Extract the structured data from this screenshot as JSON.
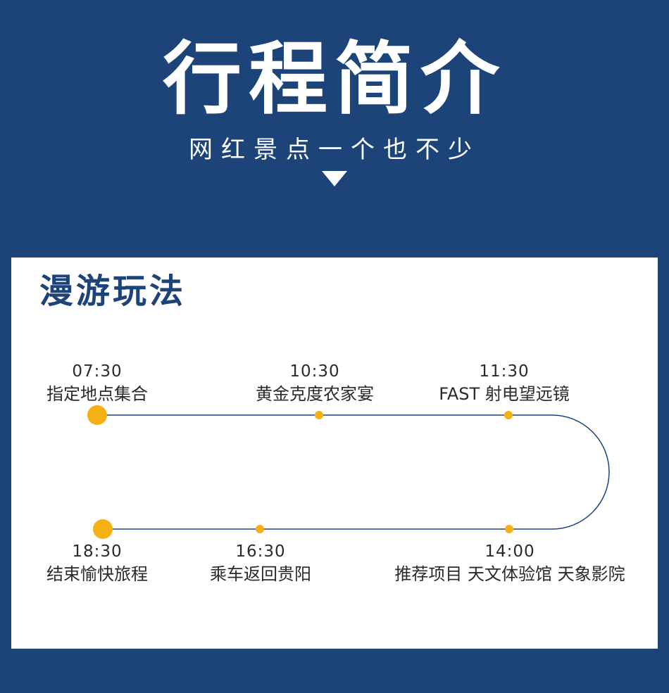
{
  "header": {
    "title": "行程简介",
    "subtitle": "网红景点一个也不少"
  },
  "card": {
    "title": "漫游玩法"
  },
  "timeline": {
    "colors": {
      "line": "#1c4479",
      "dot": "#f5b014",
      "text": "#2a2a2a"
    },
    "top_row": [
      {
        "time": "07:30",
        "label": "指定地点集合"
      },
      {
        "time": "10:30",
        "label": "黄金克度农家宴"
      },
      {
        "time": "11:30",
        "label": "FAST 射电望远镜"
      }
    ],
    "bottom_row": [
      {
        "time": "18:30",
        "label": "结束愉快旅程"
      },
      {
        "time": "16:30",
        "label": "乘车返回贵阳"
      },
      {
        "time": "14:00",
        "label": "推荐项目 天文体验馆 天象影院"
      }
    ]
  }
}
